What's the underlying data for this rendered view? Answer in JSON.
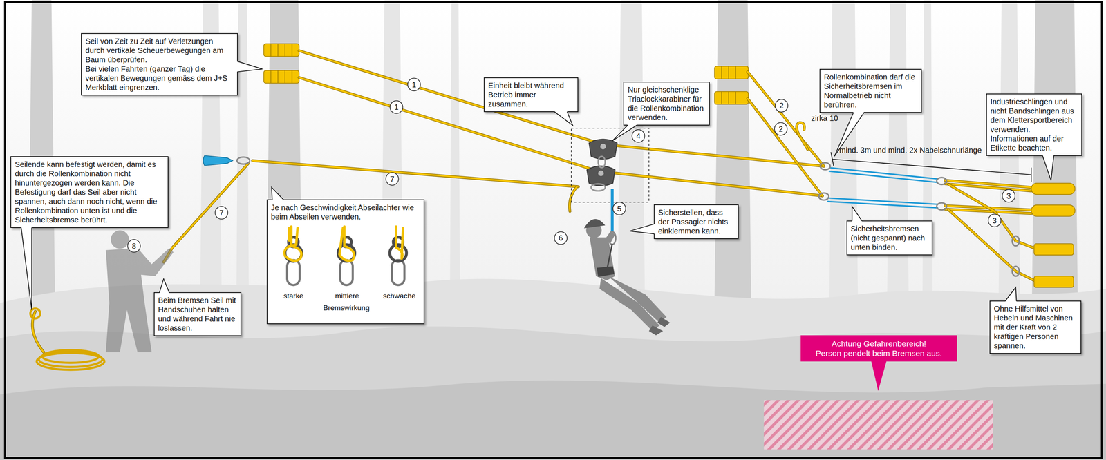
{
  "diagram": {
    "nodes": [
      {
        "text": [
          "Seil von Zeit zu Zeit auf Verletzungen durch vertikale Scheuerbewegungen am Baum überprüfen.",
          "Bei vielen Fahrten (ganzer Tag) die vertikalen Bewegungen gemäss dem J+S Merkblatt eingrenzen."
        ]
      },
      {
        "text": [
          "Einheit bleibt während Betrieb immer zusammen."
        ]
      },
      {
        "text": [
          "Nur gleichschenklige Triaclockkarabiner für die Rollenkombination verwenden."
        ]
      },
      {
        "text": [
          "Rollenkombination darf die Sicherheitsbremsen im Normalbetrieb nicht berühren."
        ]
      },
      {
        "text": [
          "Industrieschlingen und nicht Bandschlingen aus dem Klettersportbereich verwenden. Informationen auf der Etikette beachten."
        ]
      },
      {
        "text": [
          "Seilende kann befestigt werden, damit es durch die Rollenkombination nicht hinuntergezogen werden kann. Die Befestigung darf das Seil aber nicht spannen, auch dann noch nicht, wenn die Rollenkombination unten ist und die Sicherheitsbremse berührt."
        ]
      },
      {
        "text": [
          "Je nach Geschwindigkeit Abseilachter wie beim Abseilen verwenden.",
          "starke",
          "mittlere",
          "schwache",
          "Bremswirkung"
        ]
      },
      {
        "text": [
          "Sicherstellen, dass der Passagier nichts einklemmen kann."
        ]
      },
      {
        "text": [
          "Sicherheitsbremsen (nicht gespannt) nach unten binden."
        ]
      },
      {
        "text": [
          "Beim Bremsen Seil mit Handschuhen halten und während Fahrt nie loslassen."
        ]
      },
      {
        "text": [
          "Ohne Hilfsmittel von Hebeln und Maschinen mit der Kraft von 2 kräftigen Personen spannen."
        ]
      },
      {
        "text": [
          "Achtung Gefahrenbereich!",
          "Person pendelt beim Bremsen aus."
        ]
      }
    ],
    "labels": [
      "1",
      "1",
      "2",
      "2",
      "zirka 10",
      "4",
      "mind. 3m und mind. 2x Nabelschnurlänge",
      "7",
      "3",
      "5",
      "7",
      "3",
      "6",
      "8"
    ]
  }
}
